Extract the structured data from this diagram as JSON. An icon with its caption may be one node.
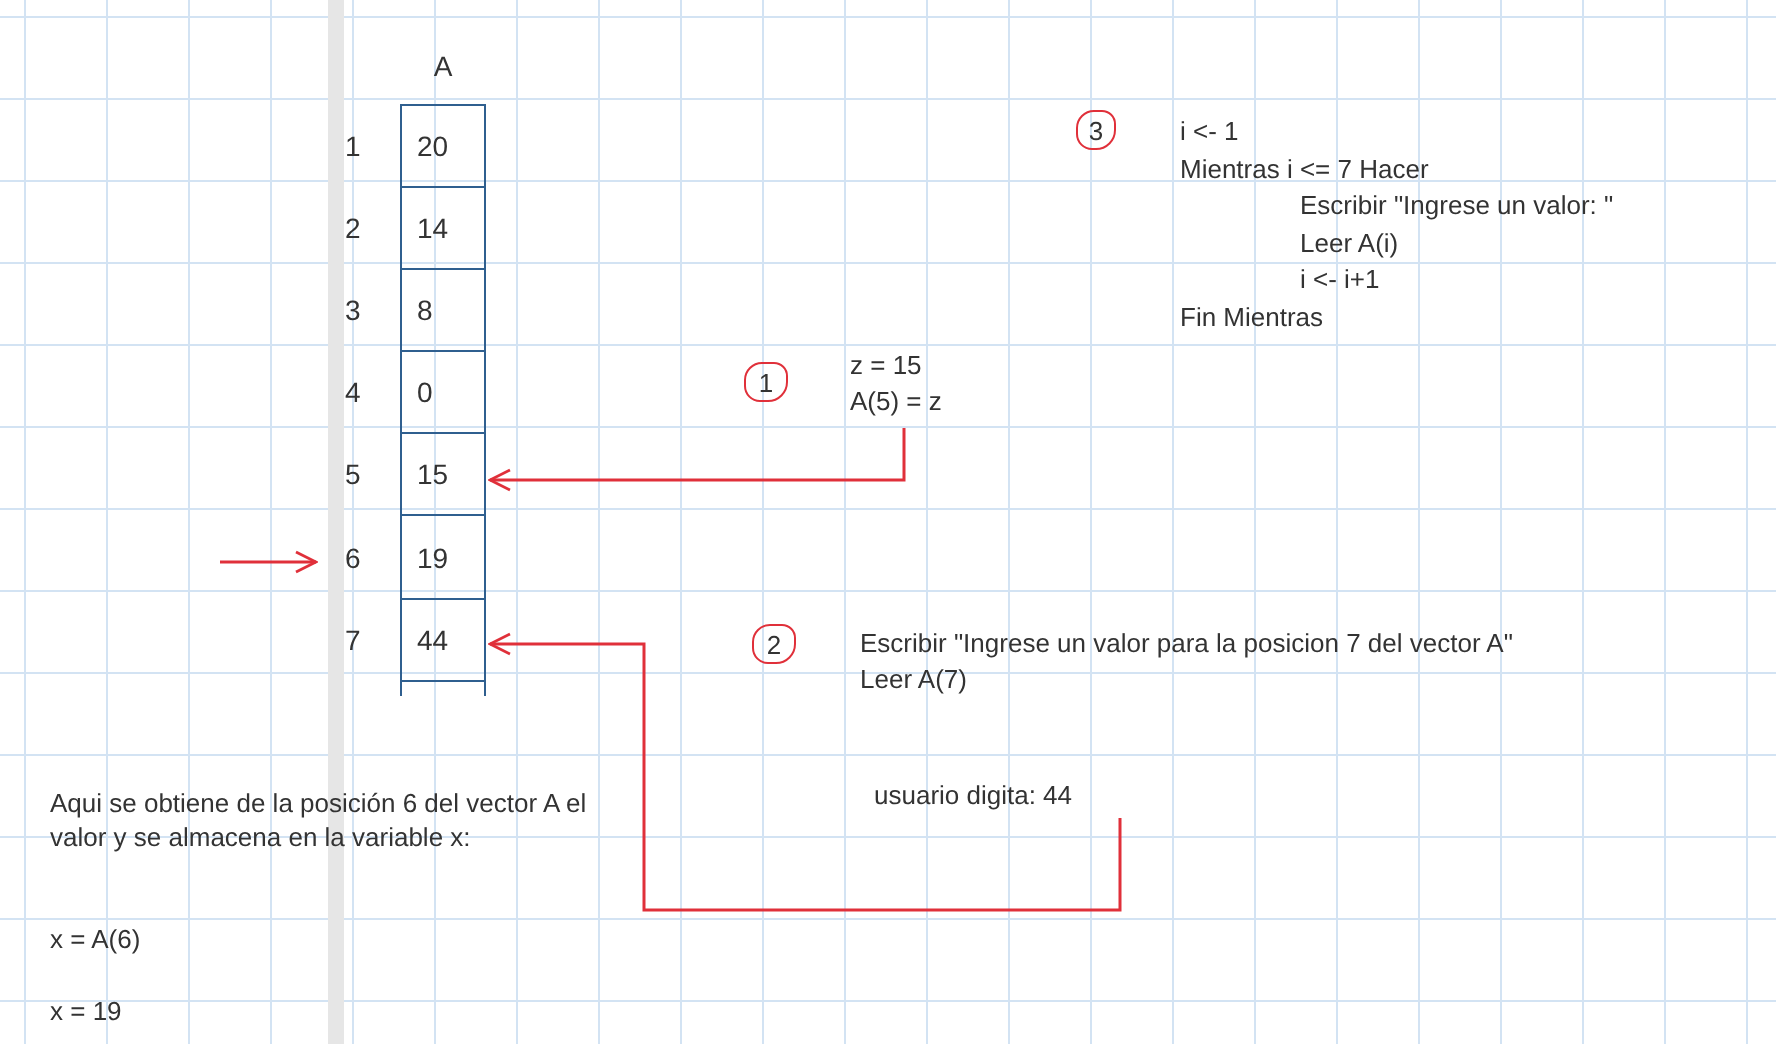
{
  "diagram": {
    "nodes": [
      {
        "text": [
          "A"
        ]
      },
      {
        "text": [
          "20"
        ],
        "beside": [
          "1"
        ],
        "in": 0
      },
      {
        "text": [
          "14"
        ],
        "beside": [
          "2"
        ],
        "in": 0
      },
      {
        "text": [
          "8"
        ],
        "beside": [
          "3"
        ],
        "in": 0
      },
      {
        "text": [
          "0"
        ],
        "beside": [
          "4"
        ],
        "in": 0
      },
      {
        "text": [
          "15"
        ],
        "beside": [
          "5"
        ],
        "in": 0
      },
      {
        "text": [
          "19"
        ],
        "beside": [
          "6"
        ],
        "in": 0
      },
      {
        "text": [
          "44"
        ],
        "beside": [
          "7"
        ],
        "in": 0
      },
      {
        "text": [
          "1"
        ]
      },
      {
        "text": [
          "z = 15",
          "A(5) = z"
        ]
      },
      {
        "text": [
          "2"
        ]
      },
      {
        "text": [
          "Escribir \"Ingrese un valor para la posicion 7 del vector A\"",
          "Leer A(7)"
        ]
      },
      {
        "text": [
          "usuario digita: 44"
        ]
      },
      {
        "text": [
          "3"
        ]
      },
      {
        "text": [
          "i <- 1",
          "Mientras i <= 7 Hacer",
          "Escribir \"Ingrese un valor: \"",
          "Leer A(i)",
          "i <- i+1",
          "Fin Mientras"
        ]
      }
    ],
    "edges": [
      {
        "from": 9,
        "to": 5,
        "arrow": "to"
      },
      {
        "from": 12,
        "to": 7,
        "arrow": "to"
      },
      {
        "from": null,
        "to": 6,
        "arrow": "to"
      }
    ],
    "labels": [
      "Aqui se obtiene de la posición 6 del vector A el valor y se almacena en la variable x:",
      "x = A(6)",
      "x = 19"
    ]
  }
}
